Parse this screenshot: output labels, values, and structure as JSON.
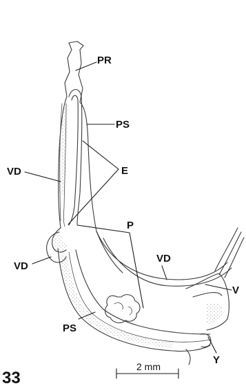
{
  "figure_number": "33",
  "labels": {
    "pr": "PR",
    "ps_top": "PS",
    "e": "E",
    "vd_left_upper": "VD",
    "p": "P",
    "vd_right": "VD",
    "vd_left_lower": "VD",
    "v": "V",
    "ps_bottom": "PS",
    "y": "Y"
  },
  "scale_bar": {
    "label": "2 mm"
  }
}
